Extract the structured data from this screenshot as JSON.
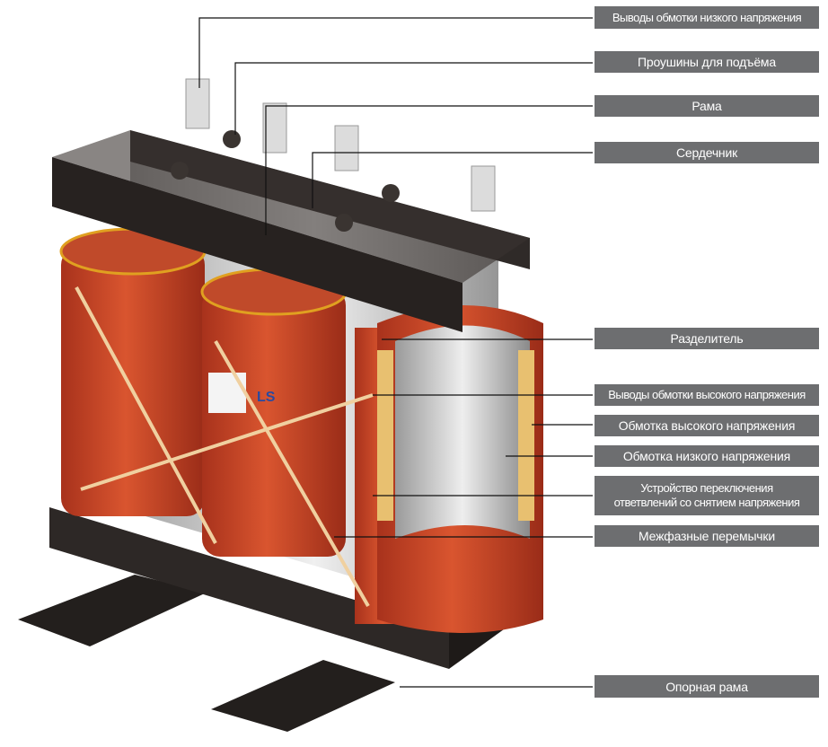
{
  "labels": {
    "lv_terminals": "Выводы обмотки низкого напряжения",
    "lifting_lugs": "Проушины для подъёма",
    "frame": "Рама",
    "core": "Сердечник",
    "separator": "Разделитель",
    "hv_terminals": "Выводы обмотки высокого напряжения",
    "hv_winding": "Обмотка высокого напряжения",
    "lv_winding": "Обмотка низкого напряжения",
    "tap_changer_1": "Устройство переключения",
    "tap_changer_2": "ответвлений со снятием напряжения",
    "interphase_links": "Межфазные перемычки",
    "support_frame": "Опорная рама"
  },
  "logo": "LS",
  "colors": {
    "label_bg": "#6d6e70",
    "coil": "#c8452a",
    "steel": "#2b2725",
    "core": "#d8d8d8"
  }
}
